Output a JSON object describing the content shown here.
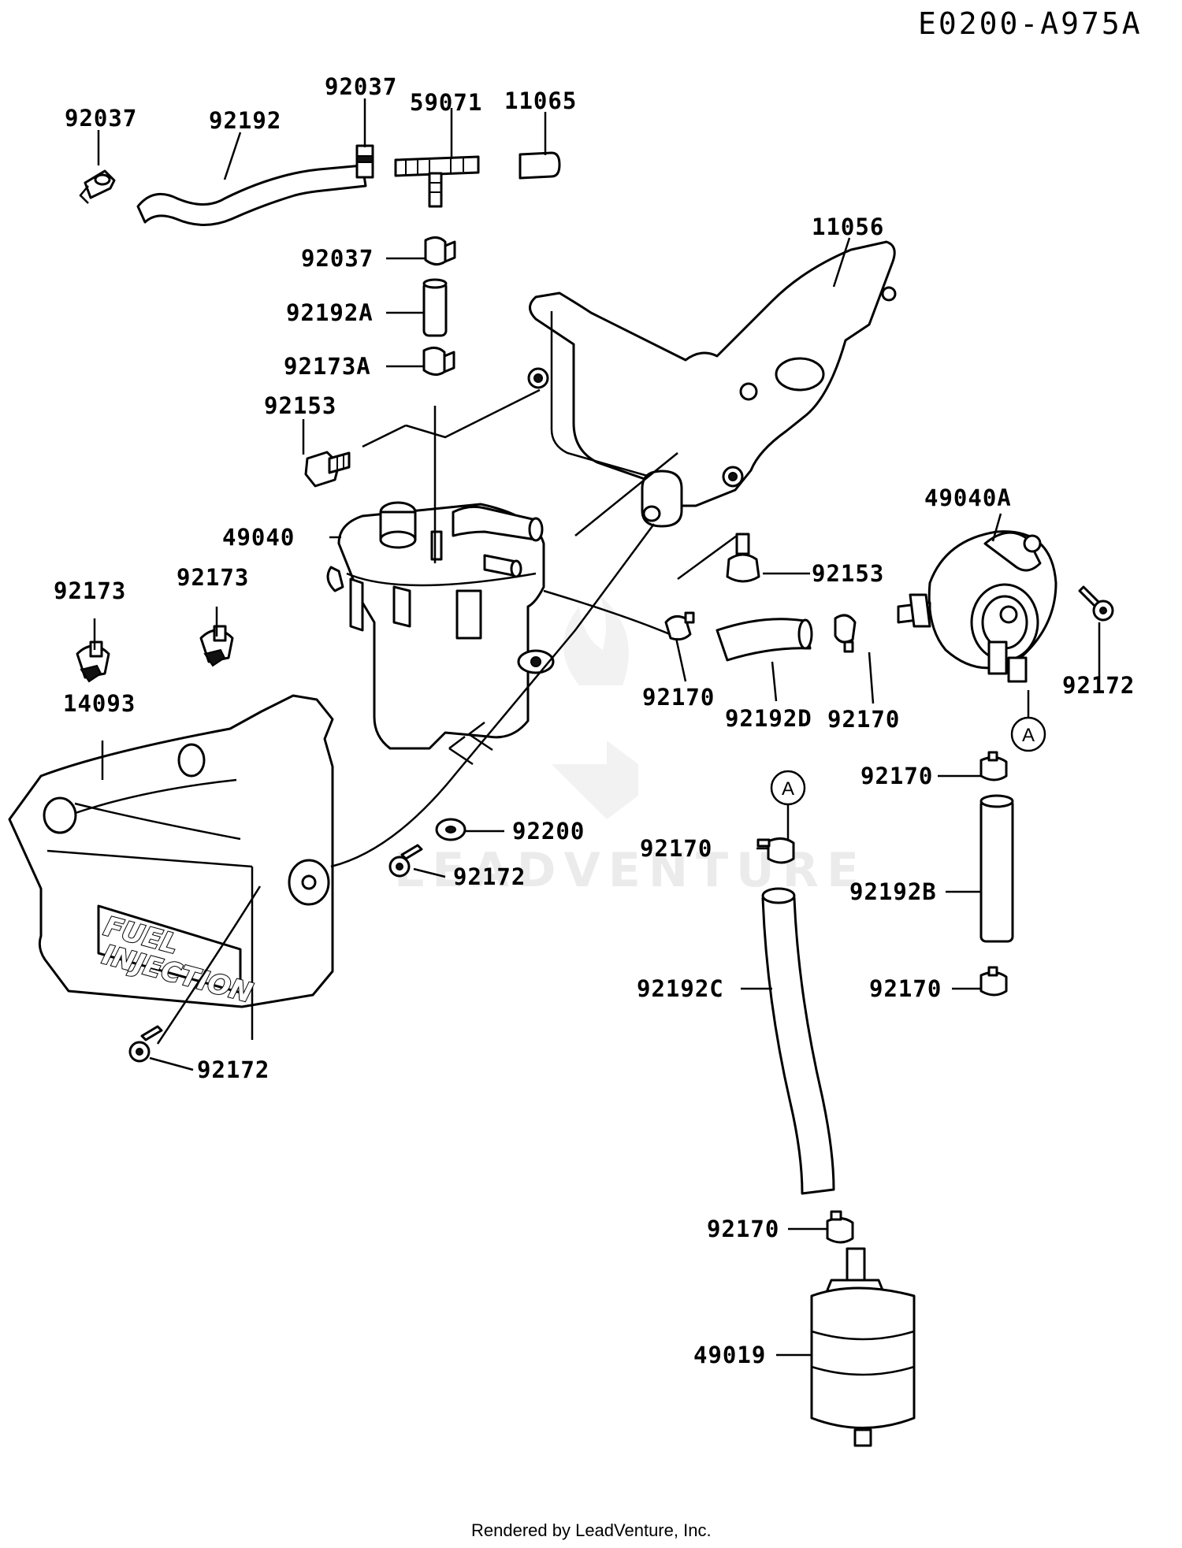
{
  "diagram_code": "E0200-A975A",
  "footer": "Rendered by LeadVenture, Inc.",
  "watermark": "LEADVENTURE",
  "emblem": {
    "line1": "FUEL",
    "line2": "INJECTION"
  },
  "ref_marker": "A",
  "labels": {
    "p1": "92037",
    "p2": "92192",
    "p3": "92037",
    "p4": "59071",
    "p5": "11065",
    "p6": "92037",
    "p7": "92192A",
    "p8": "92173A",
    "p9": "11056",
    "p10": "92153",
    "p11": "49040",
    "p12": "49040A",
    "p13": "92153",
    "p14": "92173",
    "p15": "92173",
    "p16": "14093",
    "p17": "92170",
    "p18": "92192D",
    "p19": "92170",
    "p20": "92172",
    "p21": "92170",
    "p22": "92200",
    "p23": "92170",
    "p24": "92172",
    "p25": "92192B",
    "p26": "92170",
    "p27": "92192C",
    "p28": "92172",
    "p29": "92170",
    "p30": "49019"
  }
}
